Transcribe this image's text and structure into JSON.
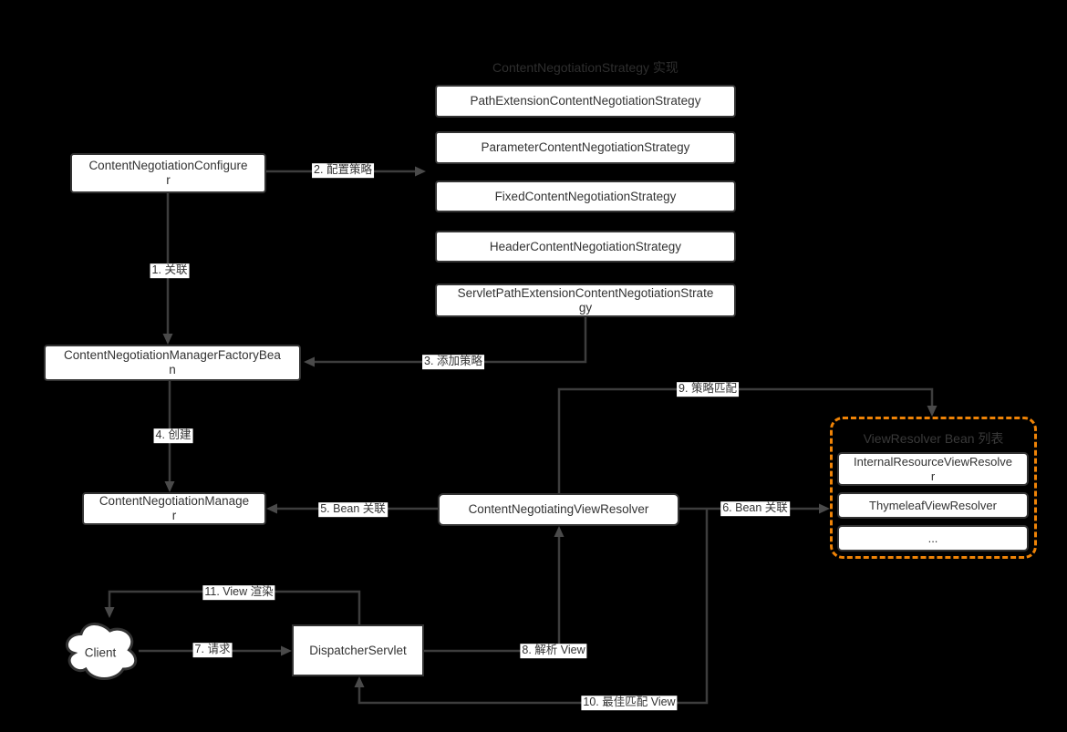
{
  "canvas": {
    "bg": "#000000"
  },
  "colors": {
    "box_fill": "#ffffff",
    "box_border": "#333333",
    "box_text": "#333333",
    "edge": "#3d3d3d",
    "arrowhead": "#4a4a4a",
    "edge_label_bg": "#ffffff",
    "edge_label_text": "#333333",
    "group_title": "#2e2e2e",
    "viewresolver_dashed_border": "#ef8306"
  },
  "strategy_group": {
    "title": "ContentNegotiationStrategy 实现",
    "items": [
      "PathExtensionContentNegotiationStrategy",
      "ParameterContentNegotiationStrategy",
      "FixedContentNegotiationStrategy",
      "HeaderContentNegotiationStrategy",
      "ServletPathExtensionContentNegotiationStrate\ngy"
    ]
  },
  "viewresolver_group": {
    "title": "ViewResolver Bean 列表",
    "items": [
      "InternalResourceViewResolve\nr",
      "ThymeleafViewResolver",
      "..."
    ]
  },
  "nodes": {
    "configurer": "ContentNegotiationConfigure\nr",
    "factory_bean": "ContentNegotiationManagerFactoryBea\nn",
    "manager": "ContentNegotiationManage\nr",
    "negotiating_view_resolver": "ContentNegotiatingViewResolver",
    "dispatcher_servlet": "DispatcherServlet",
    "client": "Client"
  },
  "edge_labels": {
    "e1": "1. 关联",
    "e2": "2. 配置策略",
    "e3": "3. 添加策略",
    "e4": "4. 创建",
    "e5": "5. Bean 关联",
    "e6": "6. Bean 关联",
    "e7": "7. 请求",
    "e8": "8. 解析 View",
    "e9": "9. 策略匹配",
    "e10": "10. 最佳匹配 View",
    "e11": "11. View 渲染"
  }
}
